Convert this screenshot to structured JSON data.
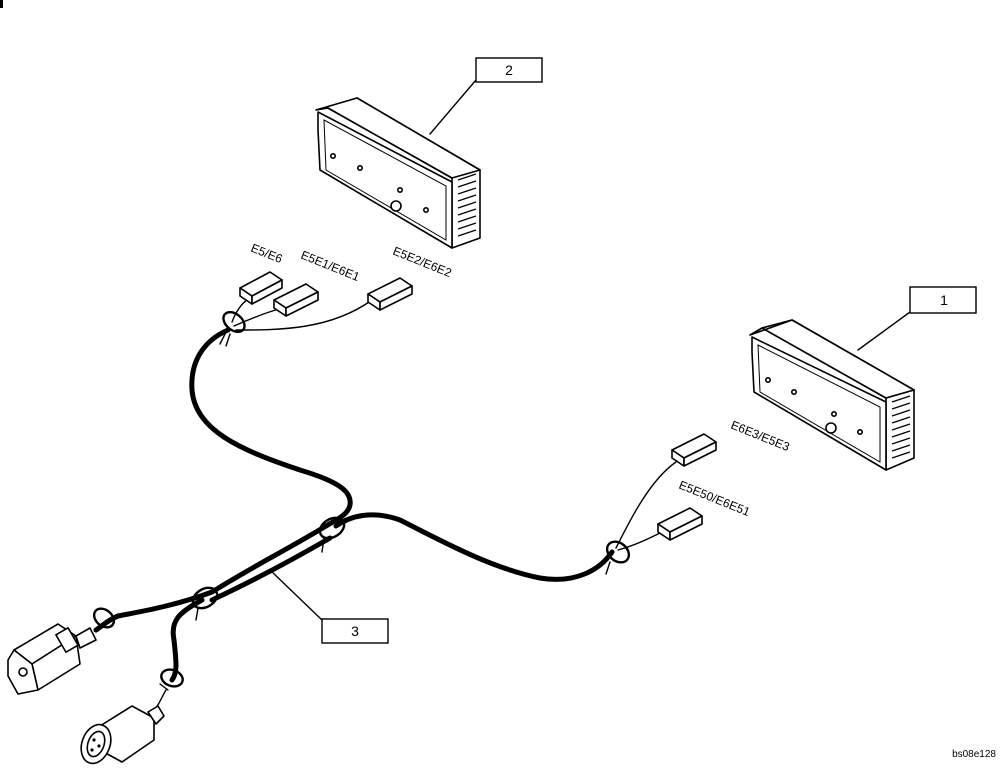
{
  "callouts": {
    "lamp_right": "1",
    "lamp_left": "2",
    "harness": "3"
  },
  "connectors": {
    "c1": "E5/E6",
    "c2": "E5E1/E6E1",
    "c3": "E5E2/E6E2",
    "c4": "E6E3/E5E3",
    "c5": "E5E50/E6E51"
  },
  "figure_ref": "bs08e128",
  "icons": {
    "lamp": "rear-lamp-icon",
    "plug": "harness-plug-icon",
    "socket": "round-socket-icon"
  }
}
